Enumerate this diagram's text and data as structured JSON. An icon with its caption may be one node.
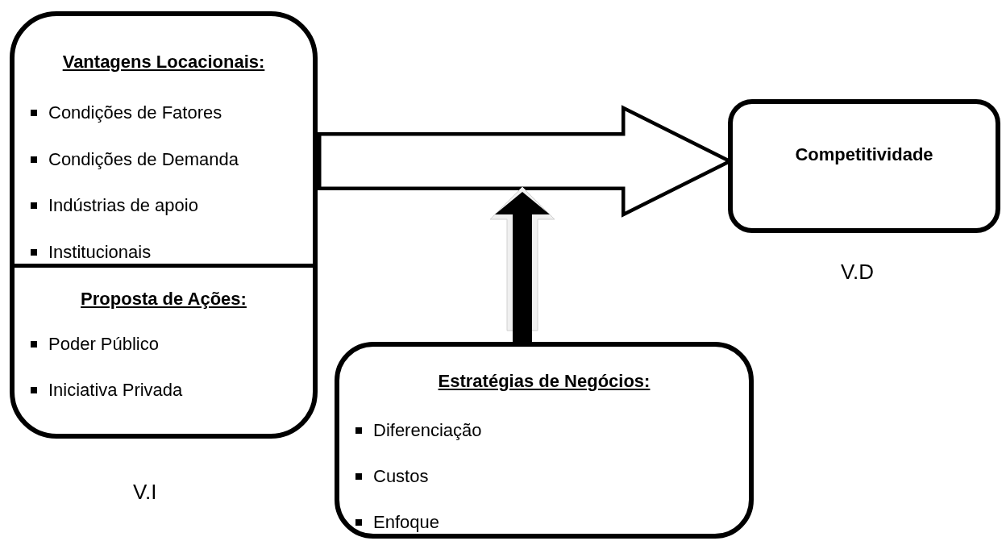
{
  "diagram": {
    "nodes": [
      {
        "text": [
          "Vantagens Locacionais:",
          "Condições de Fatores",
          "Condições de Demanda",
          "Indústrias de apoio",
          "Institucionais",
          "Proposta de Ações:",
          "Poder Público",
          "Iniciativa Privada"
        ],
        "beside": [
          "V.I"
        ]
      },
      {
        "text": [
          "Competitividade"
        ],
        "beside": [
          "V.D"
        ]
      },
      {
        "text": [
          "Estratégias de Negócios:",
          "Diferenciação",
          "Custos",
          "Enfoque"
        ]
      }
    ],
    "edges": [
      {
        "from": 0,
        "to": 1,
        "arrow": "to"
      },
      {
        "from": 2,
        "to": null,
        "arrow": "to"
      }
    ]
  }
}
